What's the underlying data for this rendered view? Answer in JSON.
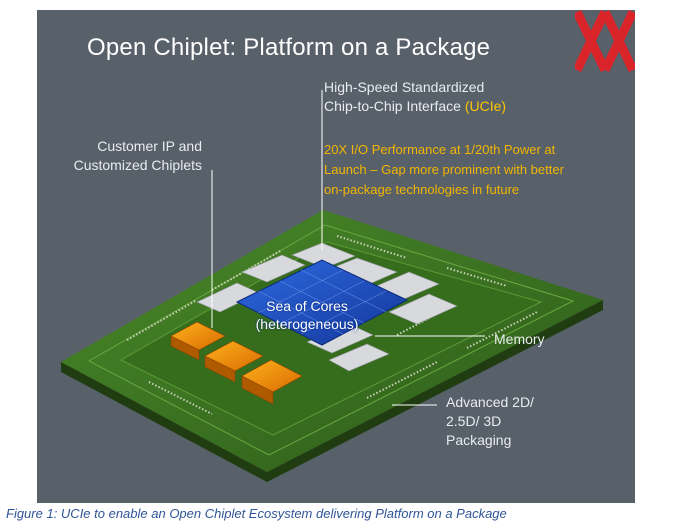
{
  "slide": {
    "title": "Open Chiplet: Platform on a Package",
    "labels": {
      "interface_line1": "High-Speed Standardized",
      "interface_line2_prefix": "Chip-to-Chip Interface",
      "interface_highlight": "(UCIe)",
      "customer_line1": "Customer IP and",
      "customer_line2": "Customized Chiplets",
      "performance_line1": "20X I/O Performance at 1/20th Power at",
      "performance_line2": "Launch – Gap more prominent with better",
      "performance_line3": "on-package technologies in future",
      "sea_of_cores_line1": "Sea of Cores",
      "sea_of_cores_line2": "(heterogeneous)",
      "memory": "Memory",
      "packaging_line1": "Advanced 2D/",
      "packaging_line2": "2.5D/ 3D",
      "packaging_line3": "Packaging"
    }
  },
  "caption": "Figure 1: UCIe to enable an Open Chiplet Ecosystem delivering Platform on a Package",
  "colors": {
    "slide_background": "#58606a",
    "accent_yellow": "#ffc400",
    "substrate_green": "#3f7a22",
    "core_blue": "#1e4fc9",
    "chiplet_orange": "#f08a10",
    "caption_blue": "#2f5597",
    "logo_red": "#d9252a"
  },
  "icons": {
    "logo": "hardwareluxx-xx-logo"
  }
}
